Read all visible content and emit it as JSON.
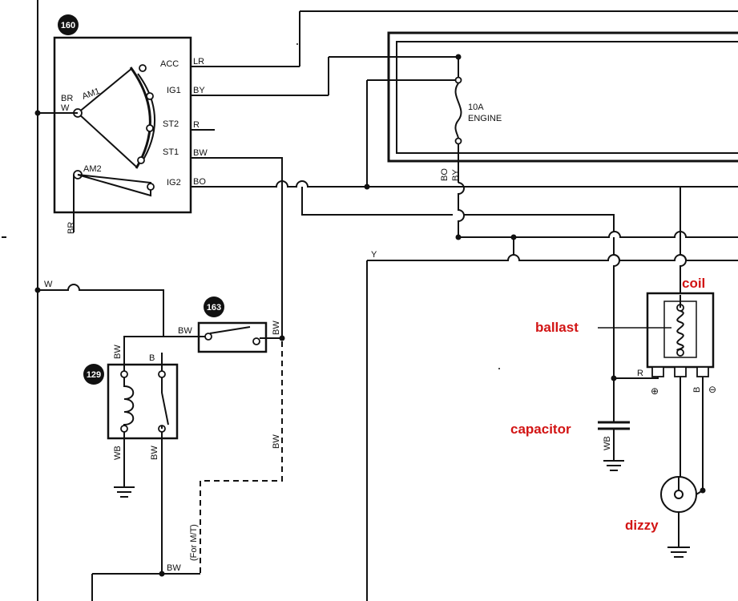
{
  "components": {
    "ignition_switch": "160",
    "starter_relay": "129",
    "clutch_switch": "163"
  },
  "switch_terminals": {
    "acc": "ACC",
    "ig1": "IG1",
    "st2": "ST2",
    "st1": "ST1",
    "ig2": "IG2",
    "am1": "AM1",
    "am2": "AM2"
  },
  "wires": {
    "lr": "LR",
    "by": "BY",
    "r": "R",
    "bw": "BW",
    "bo": "BO",
    "br": "BR",
    "w": "W",
    "y": "Y",
    "b": "B",
    "wb": "WB"
  },
  "fuse": {
    "rating": "10A",
    "name": "ENGINE"
  },
  "notes": {
    "mt": "(For M/T)",
    "plus": "⊕",
    "minus": "⊖"
  },
  "annotations": {
    "coil": "coil",
    "ballast": "ballast",
    "capacitor": "capacitor",
    "dizzy": "dizzy"
  },
  "colors": {
    "annotation": "#d21414",
    "line": "#111111"
  }
}
